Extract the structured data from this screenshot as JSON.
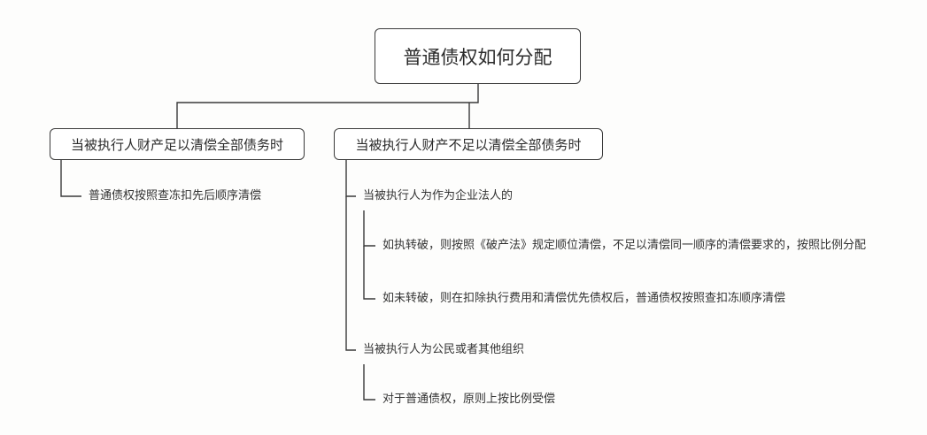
{
  "root": {
    "label": "普通债权如何分配"
  },
  "branches": [
    {
      "label": "当被执行人财产足以清偿全部债务时",
      "children": [
        {
          "label": "普通债权按照查冻扣先后顺序清偿"
        }
      ]
    },
    {
      "label": "当被执行人财产不足以清偿全部债务时",
      "children": [
        {
          "label": "当被执行人为作为企业法人的",
          "children": [
            {
              "label": "如执转破，则按照《破产法》规定顺位清偿，不足以清偿同一顺序的清偿要求的，按照比例分配"
            },
            {
              "label": "如未转破，则在扣除执行费用和清偿优先债权后，普通债权按照查扣冻顺序清偿"
            }
          ]
        },
        {
          "label": "当被执行人为公民或者其他组织",
          "children": [
            {
              "label": "对于普通债权，原则上按比例受偿"
            }
          ]
        }
      ]
    }
  ]
}
